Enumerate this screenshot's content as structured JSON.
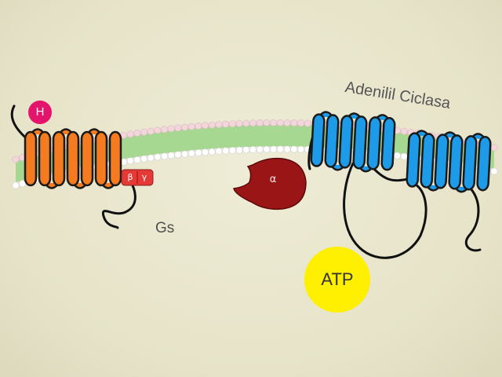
{
  "labels": {
    "hormone": "H",
    "adenylyl_cyclase": "Adenilil Ciclasa",
    "gs": "Gs",
    "beta": "β",
    "gamma": "γ",
    "alpha": "α",
    "atp": "ATP"
  },
  "icons": {
    "hormone": "hormone-ball-icon",
    "receptor": "gpcr-receptor-icon",
    "alpha_subunit": "g-alpha-subunit-icon",
    "beta_gamma": "g-beta-gamma-icon",
    "cyclase": "adenylyl-cyclase-icon",
    "atp": "atp-ball-icon"
  },
  "colors": {
    "background": "#e9e6cf",
    "membrane_fill": "#a6d892",
    "membrane_top_beads": "#f3d6dc",
    "membrane_bottom_beads": "#ffffff",
    "hormone": "#e4136c",
    "receptor": "#f47b20",
    "beta_gamma": "#e53935",
    "alpha": "#9a1515",
    "cyclase": "#1e9be8",
    "atp": "#ffef00"
  }
}
